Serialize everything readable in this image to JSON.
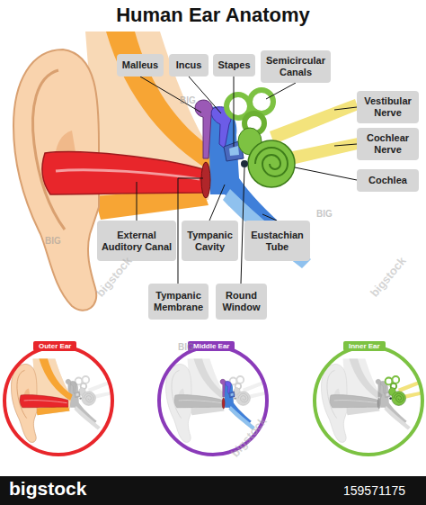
{
  "diagram": {
    "title": "Human Ear Anatomy",
    "nodes": [
      {
        "text": [
          "Malleus"
        ]
      },
      {
        "text": [
          "Incus"
        ]
      },
      {
        "text": [
          "Stapes"
        ]
      },
      {
        "text": [
          "Semicircular Canals"
        ]
      },
      {
        "text": [
          "Vestibular Nerve"
        ]
      },
      {
        "text": [
          "Cochlear Nerve"
        ]
      },
      {
        "text": [
          "Cochlea"
        ]
      },
      {
        "text": [
          "External Auditory Canal"
        ]
      },
      {
        "text": [
          "Tympanic Cavity"
        ]
      },
      {
        "text": [
          "Eustachian Tube"
        ]
      },
      {
        "text": [
          "Tympanic Membrane"
        ]
      },
      {
        "text": [
          "Round Window"
        ]
      },
      {
        "text": [
          "Outer Ear"
        ]
      },
      {
        "text": [
          "Middle Ear"
        ]
      },
      {
        "text": [
          "Inner Ear"
        ]
      }
    ],
    "labels": [
      "BIG",
      "BIG",
      "BIG",
      "BIG",
      "bigstock",
      "bigstock",
      "bigstock",
      "bigstock",
      "159571175"
    ]
  }
}
